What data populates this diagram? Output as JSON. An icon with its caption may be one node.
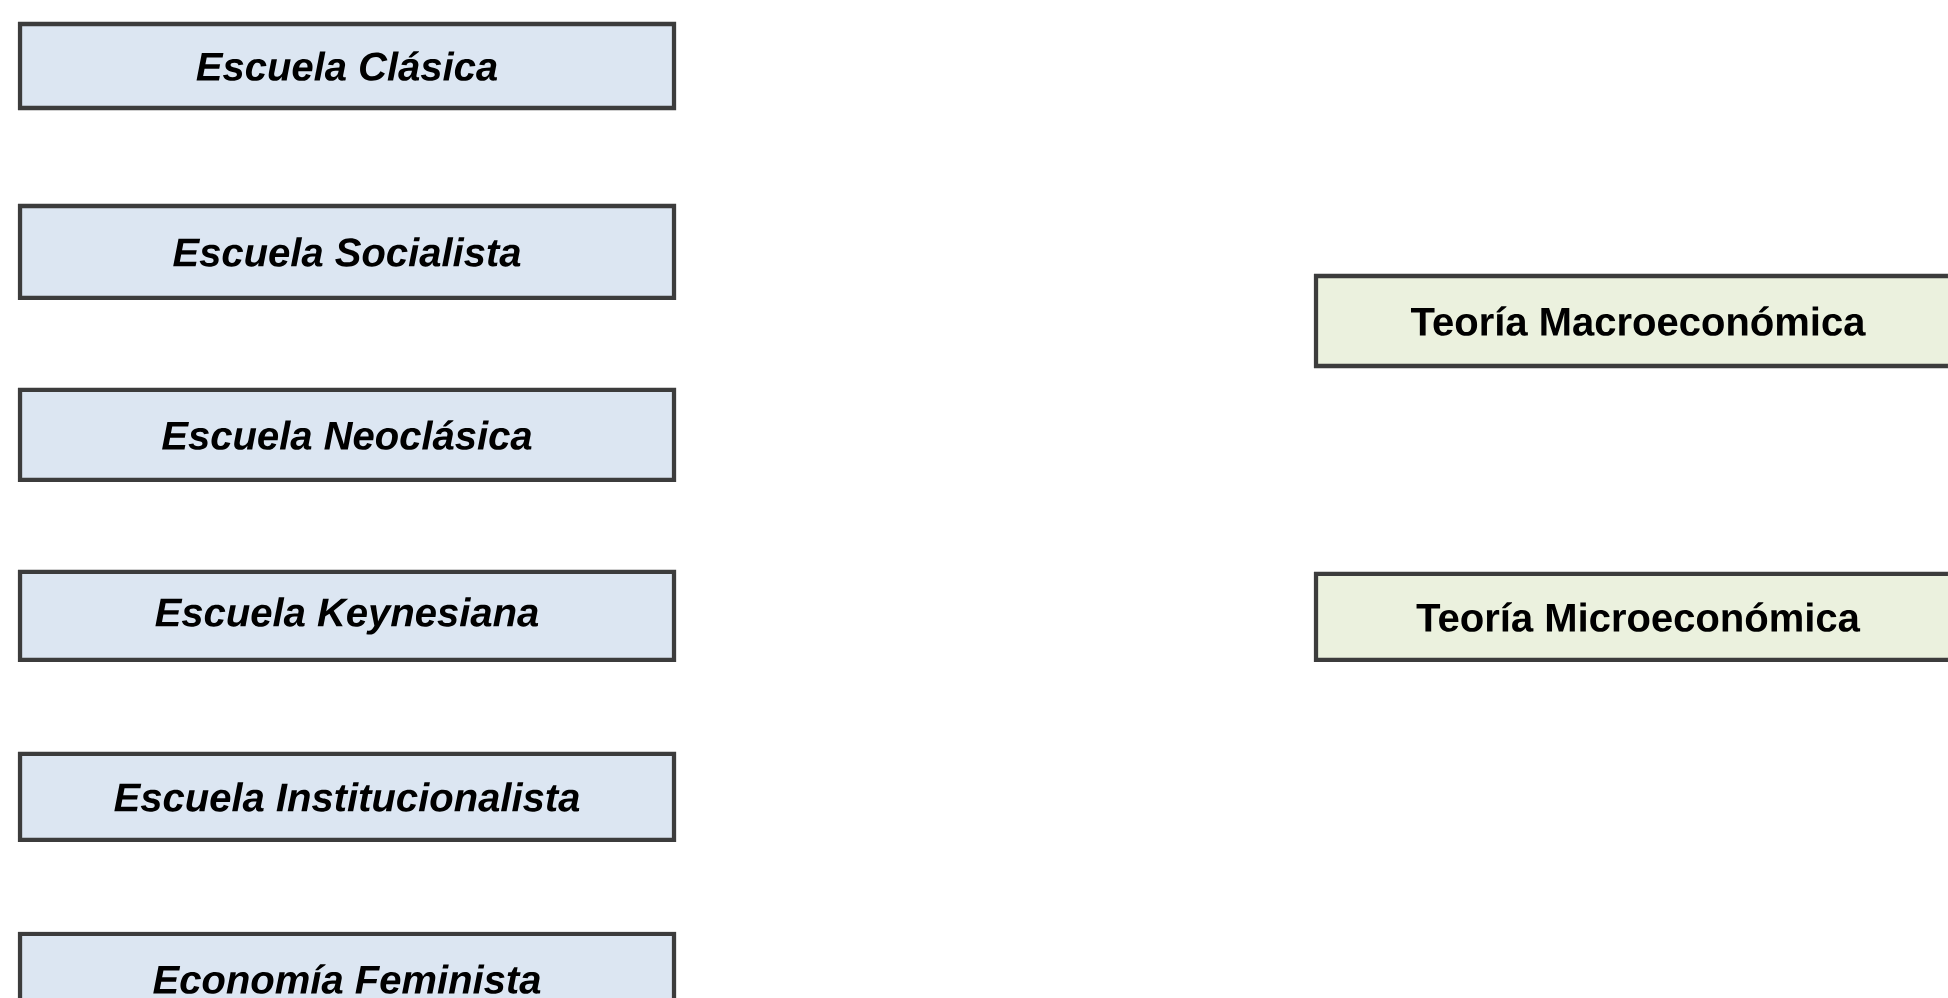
{
  "diagram": {
    "nodes": [
      {
        "text": [
          "Escuela Clásica"
        ]
      },
      {
        "text": [
          "Escuela Socialista"
        ]
      },
      {
        "text": [
          "Escuela Neoclásica"
        ]
      },
      {
        "text": [
          "Escuela Keynesiana"
        ]
      },
      {
        "text": [
          "Escuela Institucionalista"
        ]
      },
      {
        "text": [
          "Economía Feminista"
        ]
      },
      {
        "text": [
          "Teoría Macroeconómica"
        ]
      },
      {
        "text": [
          "Teoría Microeconómica"
        ]
      }
    ]
  }
}
